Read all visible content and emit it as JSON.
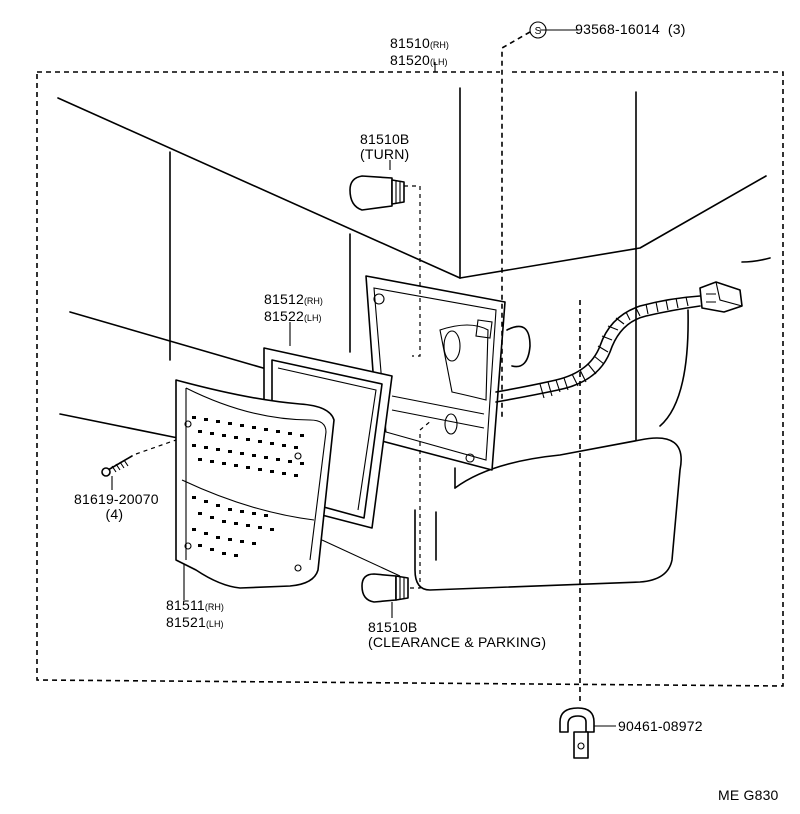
{
  "callouts": {
    "assembly": {
      "number": "81510",
      "rh": "(RH)",
      "number2": "81520",
      "lh": "(LH)"
    },
    "screw_top": {
      "symbol": "S",
      "part": "93568-16014",
      "qty": "(3)"
    },
    "bulb_turn": {
      "number": "81510B",
      "note": "(TURN)"
    },
    "gasket": {
      "number": "81512",
      "rh": "(RH)",
      "number2": "81522",
      "lh": "(LH)"
    },
    "screw_lens": {
      "part": "81619-20070",
      "qty": "(4)"
    },
    "lens": {
      "number": "81511",
      "rh": "(RH)",
      "number2": "81521",
      "lh": "(LH)"
    },
    "bulb_clearance": {
      "number": "81510B",
      "note": "(CLEARANCE & PARKING)"
    },
    "clamp": {
      "part": "90461-08972"
    },
    "figure_code": "ME G830"
  }
}
